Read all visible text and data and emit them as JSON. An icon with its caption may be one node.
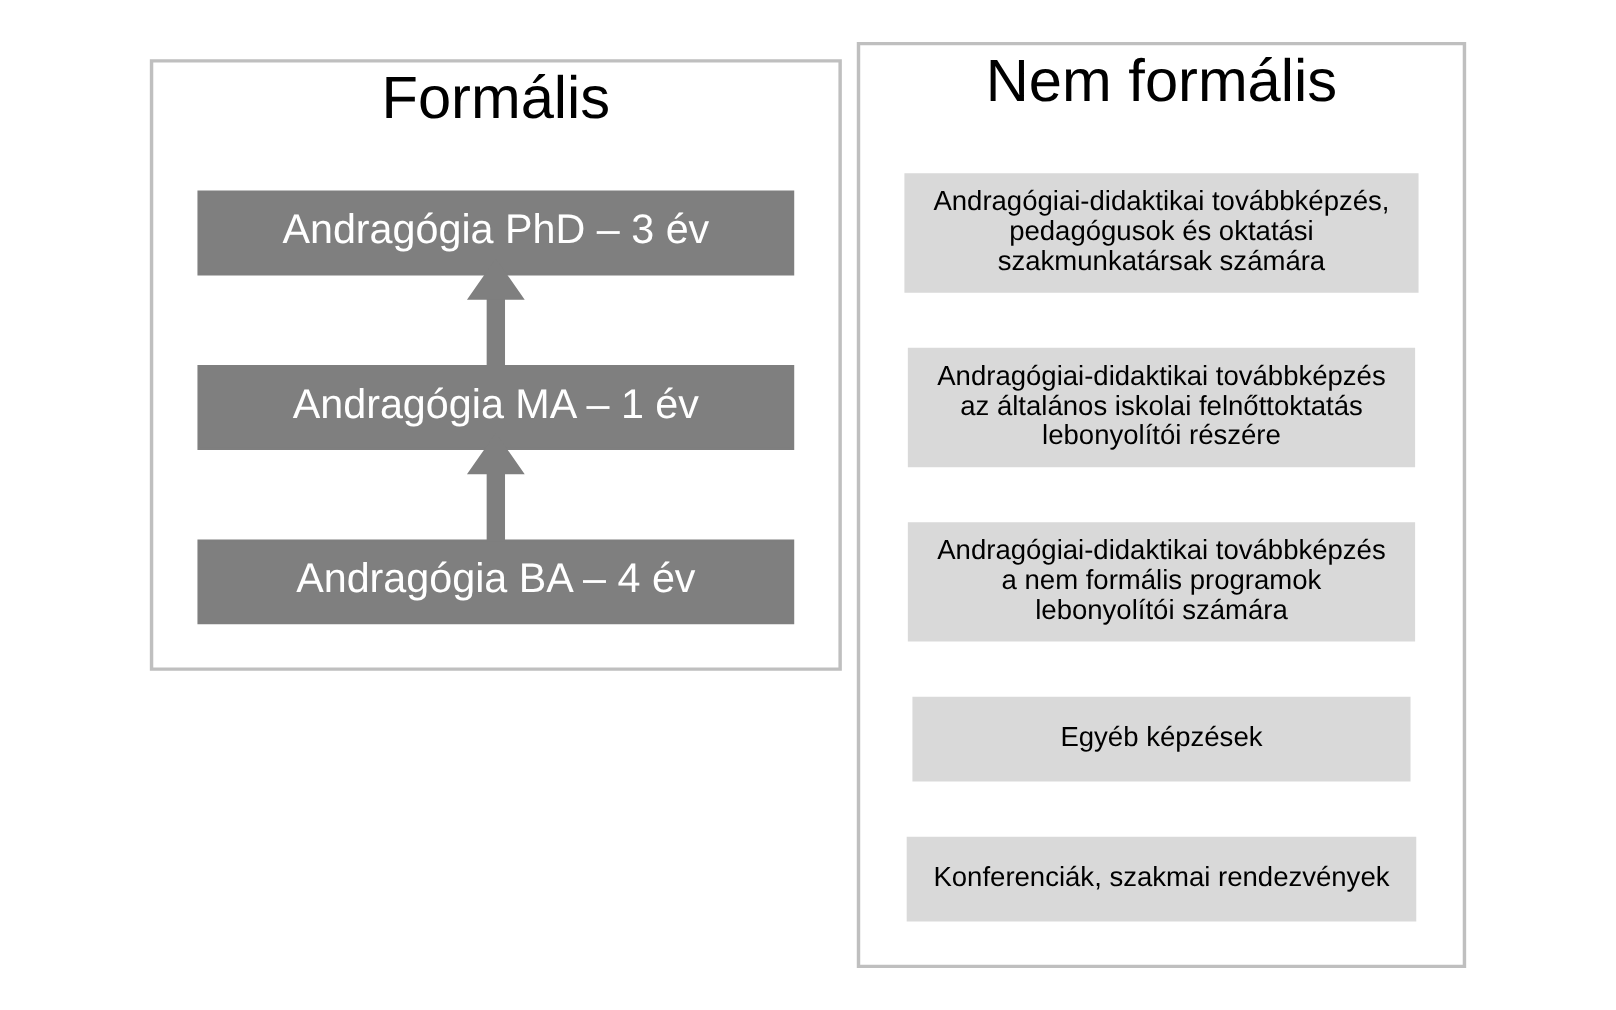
{
  "diagram": {
    "nodes": [
      {
        "text": [
          "Formális"
        ]
      },
      {
        "text": [
          "Nem formális"
        ]
      },
      {
        "text": [
          "Andragógia PhD – 3 év"
        ],
        "in": 0
      },
      {
        "text": [
          "Andragógia MA – 1 év"
        ],
        "in": 0
      },
      {
        "text": [
          "Andragógia BA – 4 év"
        ],
        "in": 0
      },
      {
        "text": [
          "Andragógiai-didaktikai továbbképzés, pedagógusok és oktatási szakmunkatársak számára"
        ],
        "in": 1
      },
      {
        "text": [
          "Andragógiai-didaktikai továbbképzés az általános iskolai felnőttoktatás lebonyolítói részére"
        ],
        "in": 1
      },
      {
        "text": [
          "Andragógiai-didaktikai továbbképzés a nem formális programok lebonyolítói számára"
        ],
        "in": 1
      },
      {
        "text": [
          "Egyéb képzések"
        ],
        "in": 1
      },
      {
        "text": [
          "Konferenciák, szakmai rendezvények"
        ],
        "in": 1
      }
    ],
    "edges": [
      {
        "from": 4,
        "to": 3,
        "arrow": "to"
      },
      {
        "from": 3,
        "to": 2,
        "arrow": "to"
      }
    ]
  }
}
